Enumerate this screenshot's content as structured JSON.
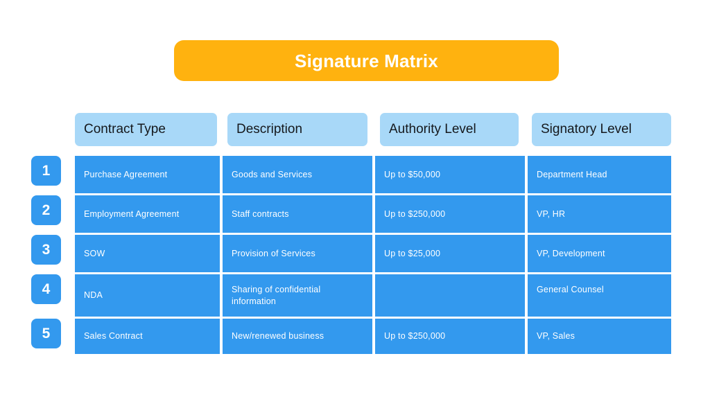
{
  "title": {
    "text": "Signature Matrix",
    "banner_color": "#ffb20f",
    "text_color": "#ffffff"
  },
  "colors": {
    "background": "#ffffff",
    "title_banner": "#ffb20f",
    "header_pill": "#a8d8f8",
    "header_text": "#15181c",
    "cell_fill": "#3399ee",
    "cell_text": "#ffffff",
    "badge_fill": "#3399ee",
    "gridline": "#ffffff"
  },
  "table": {
    "headers": [
      "Contract Type",
      "Description",
      "Authority Level",
      "Signatory Level"
    ],
    "row_numbers": [
      "1",
      "2",
      "3",
      "4",
      "5"
    ],
    "rows": [
      {
        "number": "1",
        "contract_type": "Purchase Agreement",
        "description": "Goods and Services",
        "authority_level": "Up to $50,000",
        "signatory_level": "Department Head"
      },
      {
        "number": "2",
        "contract_type": "Employment Agreement",
        "description": "Staff contracts",
        "authority_level": "Up to $250,000",
        "signatory_level": "VP, HR"
      },
      {
        "number": "3",
        "contract_type": "SOW",
        "description": "Provision of Services",
        "authority_level": "Up to $25,000",
        "signatory_level": "VP, Development"
      },
      {
        "number": "4",
        "contract_type": "NDA",
        "description": "Sharing of confidential information",
        "authority_level": "",
        "signatory_level": "General Counsel"
      },
      {
        "number": "5",
        "contract_type": "Sales Contract",
        "description": "New/renewed business",
        "authority_level": "Up to $250,000",
        "signatory_level": "VP, Sales"
      }
    ]
  }
}
